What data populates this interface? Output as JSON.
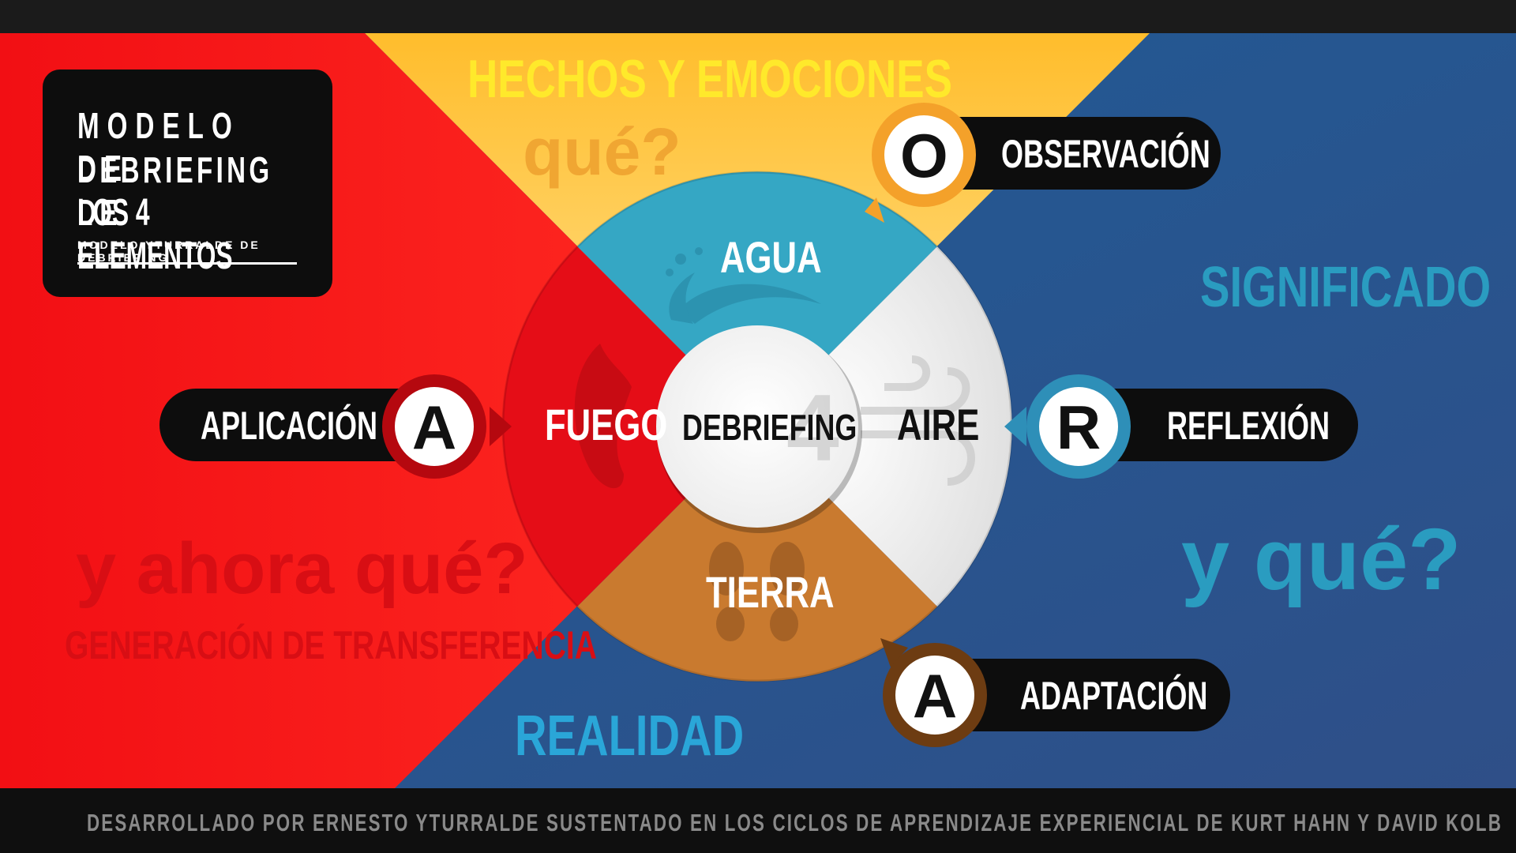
{
  "title": {
    "line1": "MODELO DE",
    "line2": "DEBRIEFING DE",
    "line3": "LOS 4 ELEMENTOS",
    "subtitle": "MODELO YTURRALDE DE DEBRIEFING"
  },
  "top": {
    "heading": "HECHOS Y EMOCIONES",
    "question": "qué?"
  },
  "right": {
    "heading": "SIGNIFICADO",
    "question": "y qué?"
  },
  "bottom": {
    "heading": "REALIDAD"
  },
  "left": {
    "question": "y ahora qué?",
    "heading": "GENERACIÓN DE TRANSFERENCIA"
  },
  "center": {
    "label": "DEBRIEFING",
    "number": "4"
  },
  "elements": {
    "agua": "AGUA",
    "aire": "AIRE",
    "tierra": "TIERRA",
    "fuego": "FUEGO"
  },
  "phases": {
    "observacion": {
      "letter": "O",
      "label": "OBSERVACIÓN"
    },
    "reflexion": {
      "letter": "R",
      "label": "REFLEXIÓN"
    },
    "adaptacion": {
      "letter": "A",
      "label": "ADAPTACIÓN"
    },
    "aplicacion": {
      "letter": "A",
      "label": "APLICACIÓN"
    }
  },
  "footer": {
    "text": "DESARROLLADO POR  ERNESTO YTURRALDE SUSTENTADO EN LOS CICLOS DE APRENDIZAJE EXPERIENCIAL DE KURT HAHN Y DAVID KOLB"
  },
  "colors": {
    "red": "#f01616",
    "yellow": "#ffbf33",
    "blue": "#245a90",
    "water": "#35a7c4",
    "air": "#ececec",
    "earth": "#c97a2f",
    "fire": "#e80f18"
  }
}
